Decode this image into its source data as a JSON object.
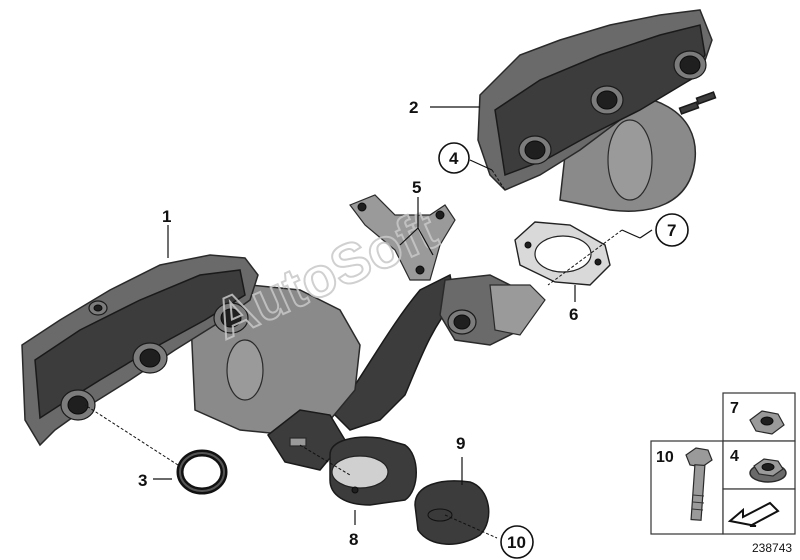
{
  "callouts": {
    "c1": "1",
    "c2": "2",
    "c3": "3",
    "c4": "4",
    "c5": "5",
    "c6": "6",
    "c7": "7",
    "c8": "8",
    "c9": "9",
    "c10": "10"
  },
  "legend": {
    "nut_7": "7",
    "bolt_10": "10",
    "nut_4": "4"
  },
  "watermark": "AutoSoft",
  "reference_number": "238743",
  "colors": {
    "metal": "#6a6a6a",
    "dark": "#3c3c3c",
    "background": "#ffffff"
  },
  "icons": [
    "hex-nut-icon",
    "flange-nut-icon",
    "bolt-icon",
    "arrow-direction-icon"
  ]
}
